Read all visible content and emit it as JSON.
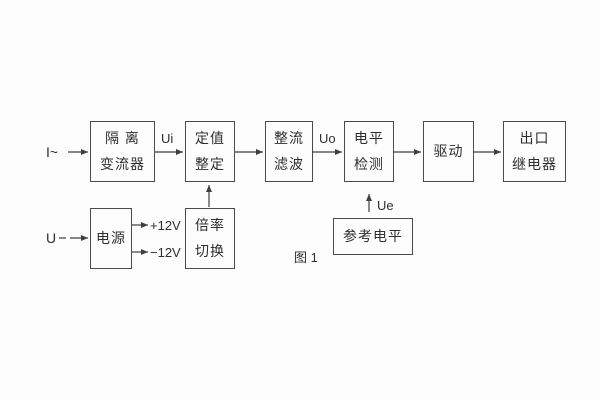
{
  "figure": {
    "caption": "图 1"
  },
  "blocks": [
    {
      "name": "isolation-transformer",
      "line1": "隔 离",
      "line2": "变流器"
    },
    {
      "name": "setting-adjust",
      "line1": "定值",
      "line2": "整定"
    },
    {
      "name": "rectifier-filter",
      "line1": "整流",
      "line2": "滤波"
    },
    {
      "name": "level-detector",
      "line1": "电平",
      "line2": "检测"
    },
    {
      "name": "driver",
      "line1": "驱动",
      "line2": ""
    },
    {
      "name": "output-relay",
      "line1": "出口",
      "line2": "继电器"
    },
    {
      "name": "power-supply",
      "line1": "电源",
      "line2": ""
    },
    {
      "name": "ratio-switch",
      "line1": "倍率",
      "line2": "切换"
    },
    {
      "name": "reference-level",
      "line1": "参考电平",
      "line2": ""
    }
  ],
  "signal_labels": {
    "input_current": "I~",
    "input_voltage": "U",
    "ui": "Ui",
    "uo": "Uo",
    "ue": "Ue",
    "positive_rail": "+12V",
    "negative_rail": "−12V"
  },
  "colors": {
    "line": "#3f3f3f",
    "text": "#2e2e2e",
    "background": "#fdfdfd",
    "box_border": "#4a4a4a"
  }
}
